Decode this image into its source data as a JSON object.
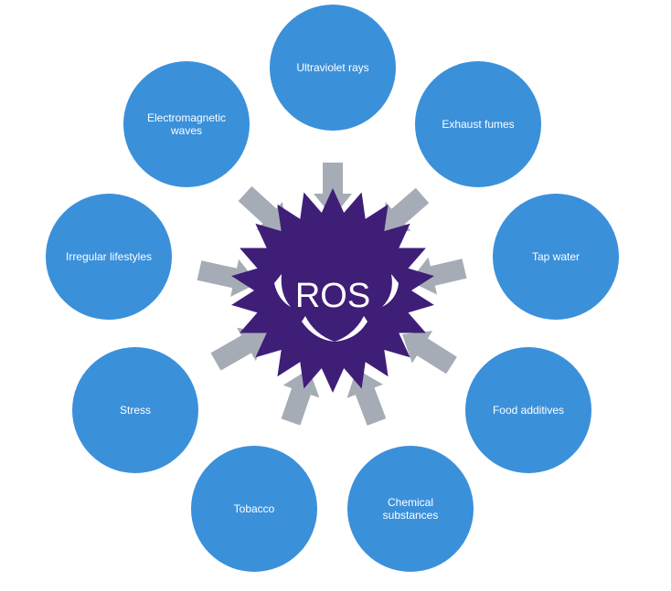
{
  "center": {
    "label": "ROS"
  },
  "sources": [
    {
      "id": "ultraviolet",
      "lines": [
        "Ultraviolet rays"
      ]
    },
    {
      "id": "exhaust",
      "lines": [
        "Exhaust fumes"
      ]
    },
    {
      "id": "tap-water",
      "lines": [
        "Tap water"
      ]
    },
    {
      "id": "food-additives",
      "lines": [
        "Food additives"
      ]
    },
    {
      "id": "chemical",
      "lines": [
        "Chemical",
        "substances"
      ]
    },
    {
      "id": "tobacco",
      "lines": [
        "Tobacco"
      ]
    },
    {
      "id": "stress",
      "lines": [
        "Stress"
      ]
    },
    {
      "id": "irregular",
      "lines": [
        "Irregular lifestyles"
      ]
    },
    {
      "id": "electromagnetic",
      "lines": [
        "Electromagnetic",
        "waves"
      ]
    }
  ],
  "colors": {
    "circle": "#3b90da",
    "star": "#3f1e78",
    "arrow": "#a6acb6",
    "text": "#ffffff"
  }
}
